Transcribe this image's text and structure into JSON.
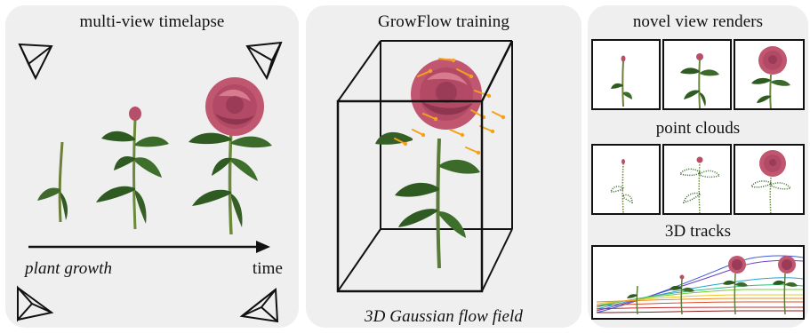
{
  "panels": {
    "timelapse": {
      "title": "multi-view timelapse",
      "axis_label_left": "plant growth",
      "axis_label_right": "time"
    },
    "training": {
      "title": "GrowFlow training",
      "caption": "3D Gaussian flow field"
    },
    "outputs": {
      "renders_title": "novel view renders",
      "pointclouds_title": "point clouds",
      "tracks_title": "3D tracks"
    }
  },
  "colors": {
    "panel_bg": "#efefef",
    "petal": "#c0566f",
    "petal_dark": "#8e3550",
    "leaf": "#2f5b22",
    "stem": "#5c7a3a",
    "flow_arrow": "#f5a21b"
  },
  "icons": [
    "camera-icon"
  ]
}
